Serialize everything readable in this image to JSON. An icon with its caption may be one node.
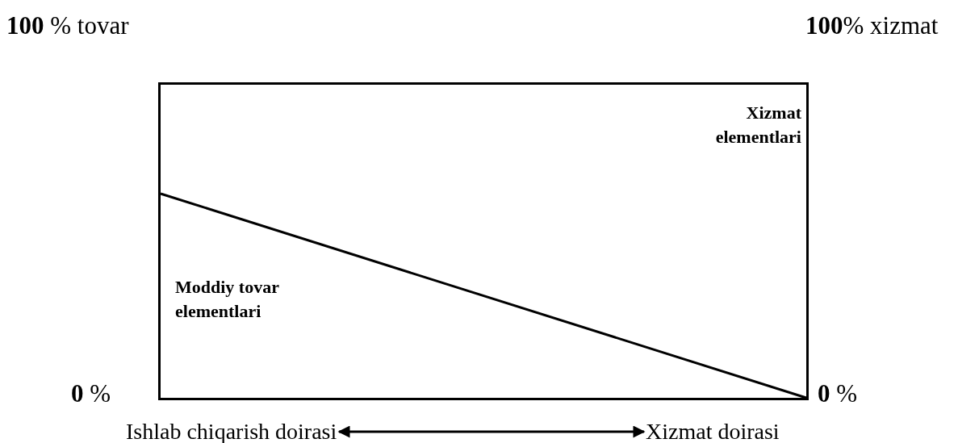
{
  "diagram": {
    "nodes": [
      {
        "text": [
          "Xizmat elementlari",
          "Moddiy tovar elementlari"
        ]
      },
      {
        "text": [
          "Ishlab chiqarish doirasi"
        ]
      },
      {
        "text": [
          "Xizmat doirasi"
        ]
      }
    ],
    "edges": [
      {
        "from": 1,
        "to": 2,
        "arrow": "both"
      }
    ],
    "labels": [
      "**100** % tovar",
      "**100**% xizmat",
      "**0** %",
      "**0** %"
    ]
  }
}
